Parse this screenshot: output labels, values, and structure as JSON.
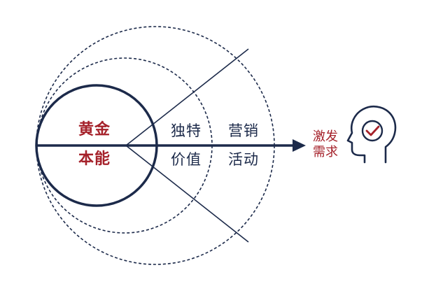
{
  "diagram": {
    "core": {
      "line1": "黄金",
      "line2": "本能"
    },
    "middle_ring": {
      "line1": "独特",
      "line2": "价值"
    },
    "outer_ring": {
      "line1": "营销",
      "line2": "活动"
    },
    "result": {
      "line1": "激发",
      "line2": "需求"
    },
    "colors": {
      "navy": "#1c2a4a",
      "accent": "#a5212a"
    },
    "icon": "head-with-checkmark-icon"
  }
}
